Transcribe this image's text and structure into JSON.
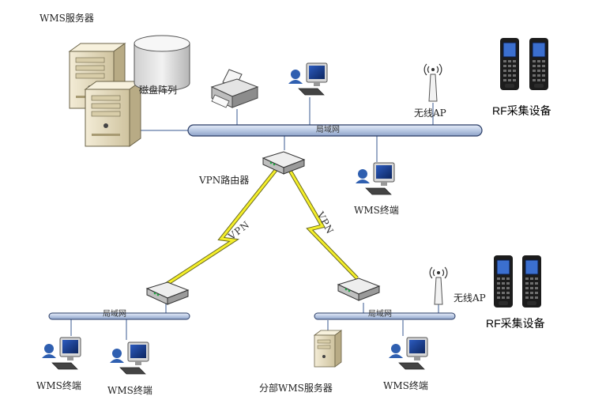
{
  "labels": {
    "wms_server": "WMS服务器",
    "disk_array": "磁盘阵列",
    "wireless_ap_top": "无线AP",
    "rf_device_top": "RF采集设备",
    "lan_top": "局域网",
    "vpn_router": "VPN路由器",
    "wms_terminal_mid": "WMS终端",
    "vpn_link_left": "VPN",
    "vpn_link_right": "VPN",
    "lan_left": "局域网",
    "lan_right": "局域网",
    "wireless_ap_bottom": "无线AP",
    "rf_device_bottom": "RF采集设备",
    "wms_terminal_bl1": "WMS终端",
    "wms_terminal_bl2": "WMS终端",
    "branch_server": "分部WMS服务器",
    "wms_terminal_br": "WMS终端"
  },
  "colors": {
    "bus_fill": "#b9c9e3",
    "bus_stroke": "#2a3c66",
    "line": "#3a5a90",
    "lightning": "#f4ee2a",
    "server_tan": "#e9e0c7",
    "device_dark": "#1c1c1c",
    "screen_blue": "#1b3f8a"
  },
  "icons": [
    "server-icon",
    "disk-array-icon",
    "printer-icon",
    "computer-icon",
    "antenna-icon",
    "handheld-scanner-icon",
    "router-icon",
    "lightning-link-icon"
  ]
}
